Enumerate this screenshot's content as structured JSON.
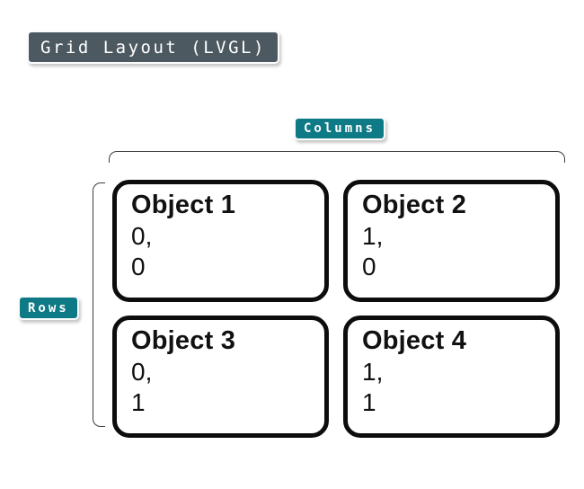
{
  "title": {
    "label": "Grid Layout (LVGL)"
  },
  "labels": {
    "columns": "Columns",
    "rows": "Rows"
  },
  "colors": {
    "badge_teal": "#0e7a85",
    "badge_slate": "#4d5961",
    "box_border": "#0d0d0d",
    "bracket": "#3d3d3d",
    "background": "#ffffff",
    "text": "#111111"
  },
  "grid": {
    "cells": [
      {
        "title": "Object 1",
        "line1": "0,",
        "line2": "0"
      },
      {
        "title": "Object 2",
        "line1": "1,",
        "line2": "0"
      },
      {
        "title": "Object 3",
        "line1": "0,",
        "line2": "1"
      },
      {
        "title": "Object 4",
        "line1": "1,",
        "line2": "1"
      }
    ]
  }
}
